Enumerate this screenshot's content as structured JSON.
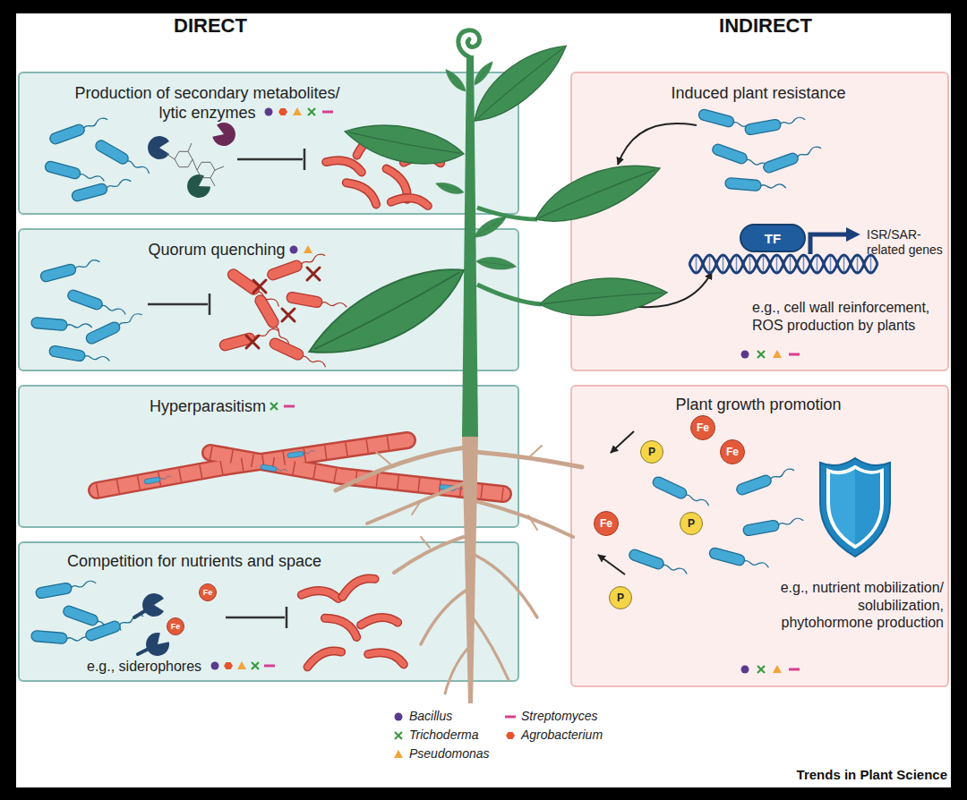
{
  "diagram": {
    "nodes": [
      {
        "text": [
          "Production of secondary metabolites/ lytic enzymes"
        ]
      },
      {
        "text": [
          "Quorum quenching"
        ]
      },
      {
        "text": [
          "Hyperparasitism"
        ]
      },
      {
        "text": [
          "Competition for nutrients and space",
          "e.g., siderophores"
        ]
      },
      {
        "text": [
          "Fe"
        ],
        "in": 3
      },
      {
        "text": [
          "Fe"
        ],
        "in": 3
      },
      {
        "text": [
          "Induced plant resistance",
          "ISR/SAR-related genes",
          "e.g., cell wall reinforcement, ROS production by plants"
        ]
      },
      {
        "text": [
          "TF"
        ],
        "in": 6
      },
      {
        "text": [
          "Plant growth promotion",
          "e.g., nutrient mobilization/ solubilization, phytohormone production"
        ]
      },
      {
        "text": [
          "Fe"
        ],
        "in": 8
      },
      {
        "text": [
          "P"
        ],
        "in": 8
      },
      {
        "text": [
          "Fe"
        ],
        "in": 8
      },
      {
        "text": [
          "Fe"
        ],
        "in": 8
      },
      {
        "text": [
          "P"
        ],
        "in": 8
      },
      {
        "text": [
          "P"
        ],
        "in": 8
      }
    ],
    "labels": [
      "DIRECT",
      "INDIRECT",
      "Trends in Plant Science"
    ],
    "legend": [
      {
        "text": "Bacillus"
      },
      {
        "text": "Streptomyces"
      },
      {
        "text": "Trichoderma"
      },
      {
        "text": "Agrobacterium"
      },
      {
        "text": "Pseudomonas"
      }
    ]
  }
}
